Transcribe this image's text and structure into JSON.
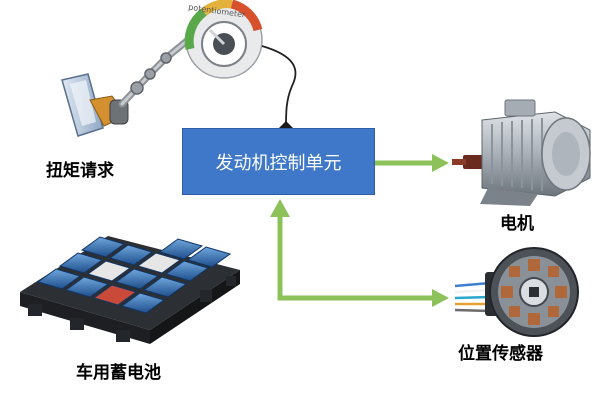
{
  "labels": {
    "torque_request": "扭矩请求",
    "control_unit": "发动机控制单元",
    "motor": "电机",
    "battery": "车用蓄电池",
    "position_sensor": "位置传感器",
    "potentiometer_text": "potentiometer"
  },
  "icons": {
    "pedal": "accelerator-pedal-icon",
    "potentiometer": "potentiometer-dial-icon",
    "motor": "electric-motor-icon",
    "battery": "battery-pack-icon",
    "sensor": "position-sensor-icon"
  },
  "colors": {
    "ecu_fill": "#3f78c8",
    "arrow": "#8dc15a",
    "wire": "#222222"
  }
}
